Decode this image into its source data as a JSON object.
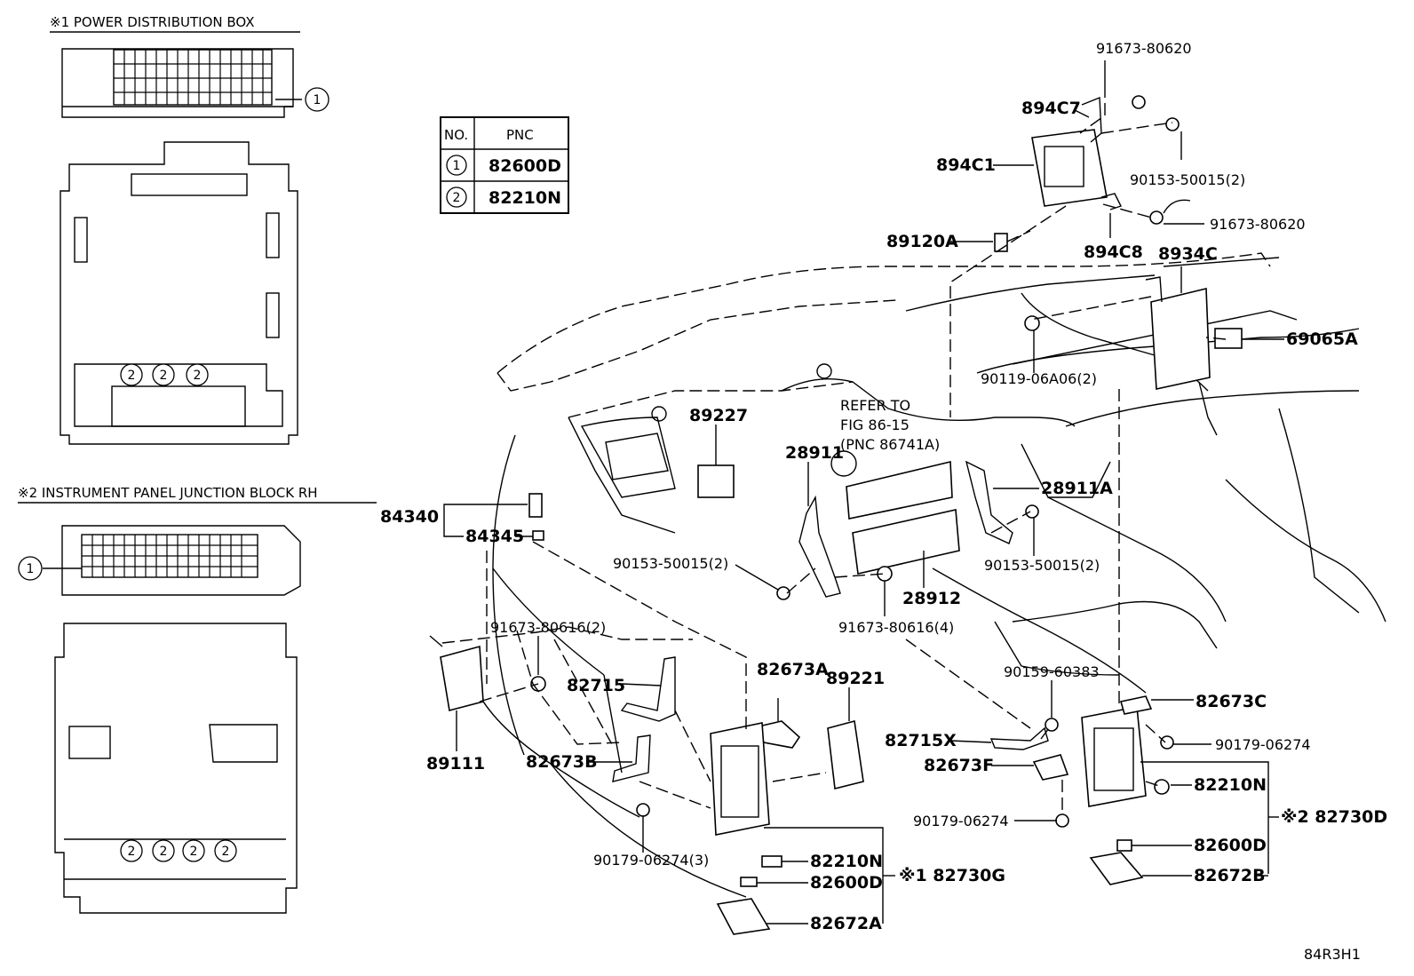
{
  "insets": {
    "power_box_title": "※1  POWER DISTRIBUTION BOX",
    "junction_block_title": "※2 INSTRUMENT PANEL JUNCTION BLOCK RH",
    "callout_1": "1",
    "callout_2": "2"
  },
  "pnc_table": {
    "headers": [
      "NO.",
      "PNC"
    ],
    "rows": [
      {
        "no": "1",
        "pnc": "82600D"
      },
      {
        "no": "2",
        "pnc": "82210N"
      }
    ]
  },
  "labels": {
    "p91673_80620_top": "91673-80620",
    "p894C7": "894C7",
    "p894C1": "894C1",
    "p90153_50015_2_top": "90153-50015(2)",
    "p91673_80620_mid": "91673-80620",
    "p894C8": "894C8",
    "p89120A": "89120A",
    "p8934C": "8934C",
    "p69065A": "69065A",
    "p90119_06A06": "90119-06A06(2)",
    "refer_1": "REFER TO",
    "refer_2": "FIG 86-15",
    "refer_3": "(PNC 86741A)",
    "p89227": "89227",
    "p28911": "28911",
    "p28911A": "28911A",
    "p84340": "84340",
    "p84345": "84345",
    "p90153_50015_2_left": "90153-50015(2)",
    "p90153_50015_2_right": "90153-50015(2)",
    "p28912": "28912",
    "p91673_80616_4": "91673-80616(4)",
    "p91673_80616_2": "91673-80616(2)",
    "p82715": "82715",
    "p82673A": "82673A",
    "p89221": "89221",
    "p90159_60383": "90159-60383",
    "p82673C": "82673C",
    "p90179_06274_right": "90179-06274",
    "p82715X": "82715X",
    "p82673F": "82673F",
    "p82210N_right": "82210N",
    "p82730D": "※2 82730D",
    "p89111": "89111",
    "p82673B": "82673B",
    "p90179_06274_mid": "90179-06274",
    "p82600D_right": "82600D",
    "p82672B": "82672B",
    "p90179_06274_3": "90179-06274(3)",
    "p82210N_left": "82210N",
    "p82730G": "※1 82730G",
    "p82600D_left": "82600D",
    "p82672A": "82672A",
    "figure_code": "84R3H1"
  }
}
